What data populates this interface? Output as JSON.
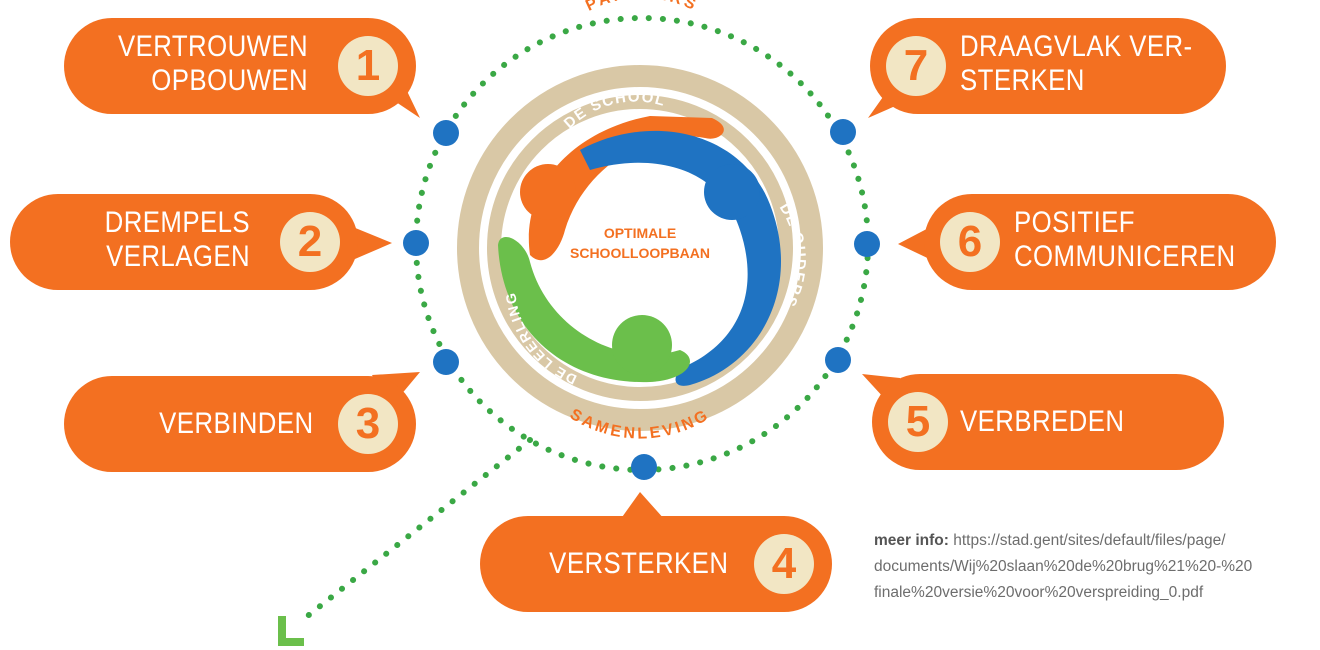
{
  "colors": {
    "orange": "#f37021",
    "blue": "#1f73c2",
    "green": "#6bbf4b",
    "ring": "#d9c8a6",
    "number_bg": "#f2e6c4",
    "dots": "#3aa845"
  },
  "steps": [
    {
      "number": "1",
      "line1": "VERTROUWEN",
      "line2": "OPBOUWEN"
    },
    {
      "number": "2",
      "line1": "DREMPELS",
      "line2": "VERLAGEN"
    },
    {
      "number": "3",
      "line1": "VERBINDEN",
      "line2": ""
    },
    {
      "number": "4",
      "line1": "VERSTERKEN",
      "line2": ""
    },
    {
      "number": "5",
      "line1": "VERBREDEN",
      "line2": ""
    },
    {
      "number": "6",
      "line1": "POSITIEF",
      "line2": "COMMUNICEREN"
    },
    {
      "number": "7",
      "line1": "DRAAGVLAK VER-",
      "line2": "STERKEN"
    }
  ],
  "circle": {
    "outer_top": "PARTNERS",
    "outer_bottom": "SAMENLEVING",
    "arm_school": "DE SCHOOL",
    "arm_ouders": "DE OUDERS",
    "arm_leerling": "DE LEERLING",
    "center_line1": "OPTIMALE",
    "center_line2": "SCHOOLLOOPBAAN"
  },
  "info": {
    "label": "meer info:",
    "url_line1": "https://stad.gent/sites/default/files/page/",
    "url_line2": "documents/Wij%20slaan%20de%20brug%21%20-%20",
    "url_line3": "finale%20versie%20voor%20verspreiding_0.pdf"
  }
}
